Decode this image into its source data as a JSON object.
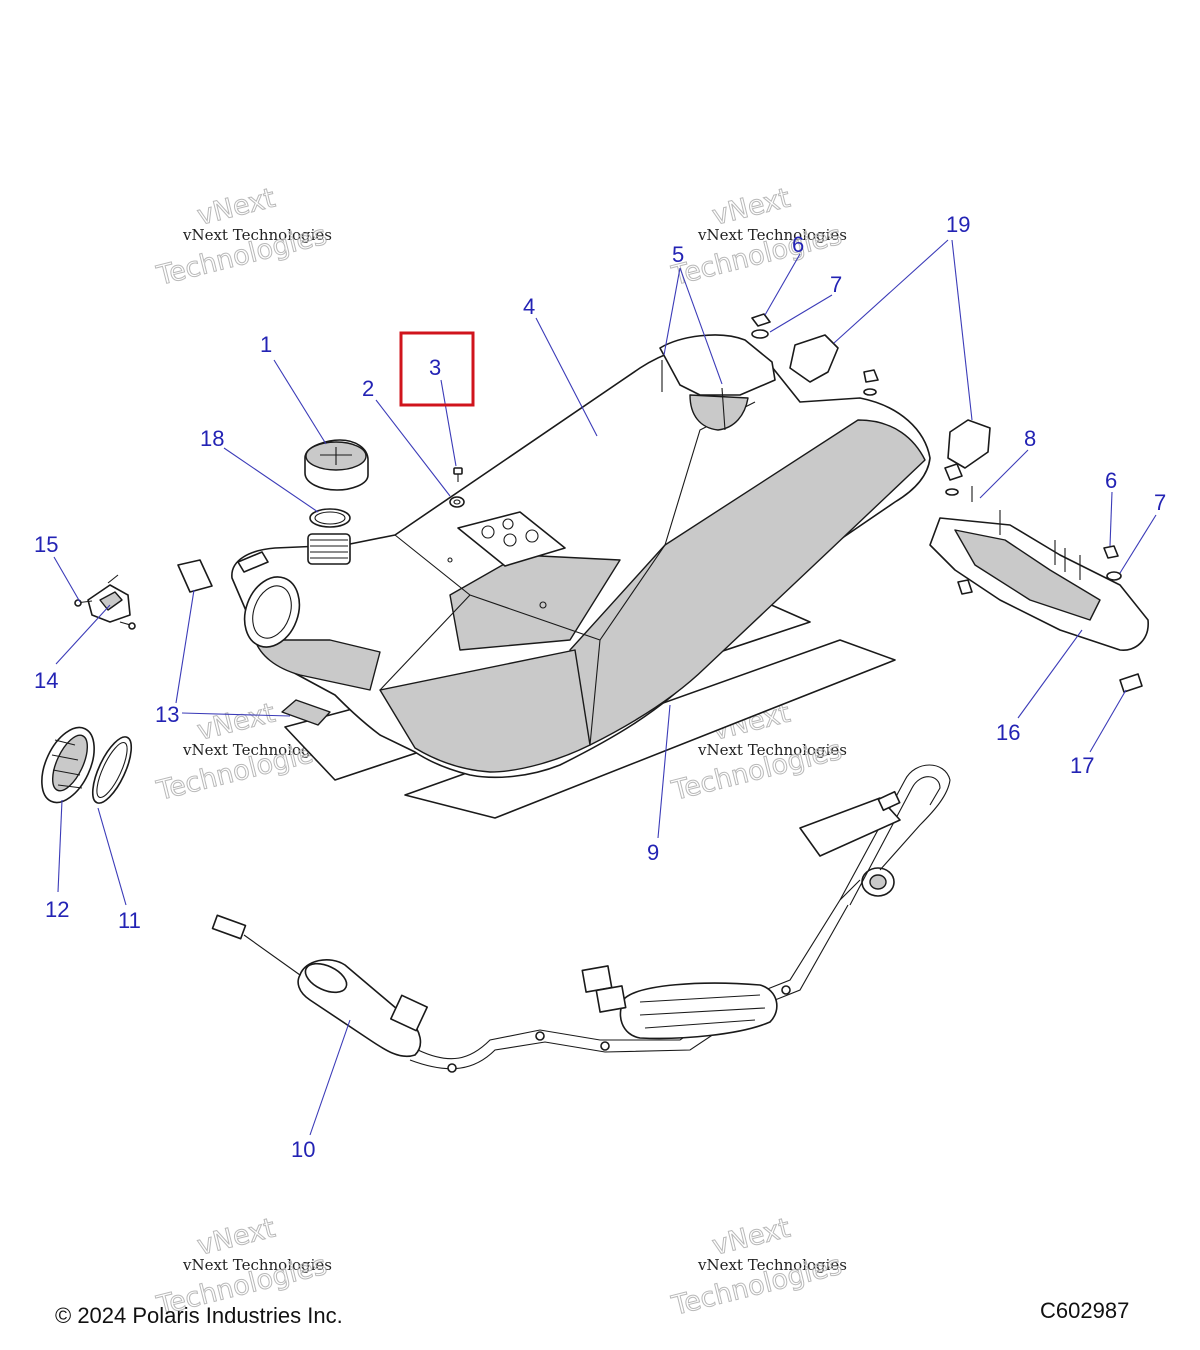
{
  "callouts": [
    {
      "id": "1",
      "label": "1"
    },
    {
      "id": "2",
      "label": "2"
    },
    {
      "id": "3",
      "label": "3",
      "highlighted": true
    },
    {
      "id": "4",
      "label": "4"
    },
    {
      "id": "5",
      "label": "5"
    },
    {
      "id": "6a",
      "label": "6"
    },
    {
      "id": "7a",
      "label": "7"
    },
    {
      "id": "19",
      "label": "19"
    },
    {
      "id": "18",
      "label": "18"
    },
    {
      "id": "8",
      "label": "8"
    },
    {
      "id": "6b",
      "label": "6"
    },
    {
      "id": "7b",
      "label": "7"
    },
    {
      "id": "15",
      "label": "15"
    },
    {
      "id": "14",
      "label": "14"
    },
    {
      "id": "13",
      "label": "13"
    },
    {
      "id": "16",
      "label": "16"
    },
    {
      "id": "17",
      "label": "17"
    },
    {
      "id": "9",
      "label": "9"
    },
    {
      "id": "12",
      "label": "12"
    },
    {
      "id": "11",
      "label": "11"
    },
    {
      "id": "10",
      "label": "10"
    }
  ],
  "watermark": {
    "line1": "vNext Technologies",
    "line2": "vNext",
    "line3": "Technologies"
  },
  "footer": {
    "copyright": "© 2024 Polaris Industries Inc.",
    "figure_code": "C602987"
  },
  "colors": {
    "callout": "#2323b4",
    "highlight_box": "#d0141c",
    "part_shade": "#c9c9c9"
  }
}
